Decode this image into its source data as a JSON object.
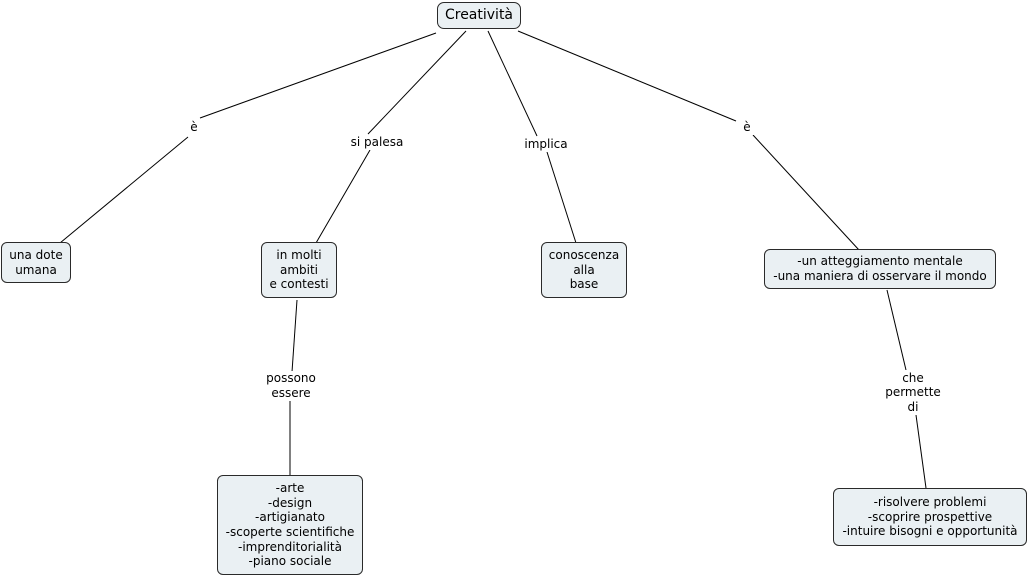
{
  "root": {
    "label": "Creatività"
  },
  "nodes": {
    "dote": {
      "lines": [
        "una dote",
        "umana"
      ]
    },
    "ambiti": {
      "lines": [
        "in molti",
        "ambiti",
        "e contesti"
      ]
    },
    "conoscenza": {
      "lines": [
        "conoscenza",
        "alla",
        "base"
      ]
    },
    "atteggiamento": {
      "lines": [
        "-un atteggiamento mentale",
        "-una maniera di osservare il mondo"
      ]
    },
    "arte": {
      "lines": [
        "-arte",
        "-design",
        "-artigianato",
        "-scoperte scientifiche",
        "-imprenditorialità",
        "-piano sociale"
      ]
    },
    "risolvere": {
      "lines": [
        "-risolvere problemi",
        "-scoprire prospettive",
        "-intuire bisogni e opportunità"
      ]
    }
  },
  "links": {
    "e1": {
      "lines": [
        "è"
      ]
    },
    "palesa": {
      "lines": [
        "si palesa"
      ]
    },
    "implica": {
      "lines": [
        "implica"
      ]
    },
    "e2": {
      "lines": [
        "è"
      ]
    },
    "possono": {
      "lines": [
        "possono",
        "essere"
      ]
    },
    "permette": {
      "lines": [
        "che",
        "permette",
        "di"
      ]
    }
  },
  "colors": {
    "node_fill": "#eaf0f3",
    "node_border": "#2a2a2a",
    "line": "#000000"
  }
}
